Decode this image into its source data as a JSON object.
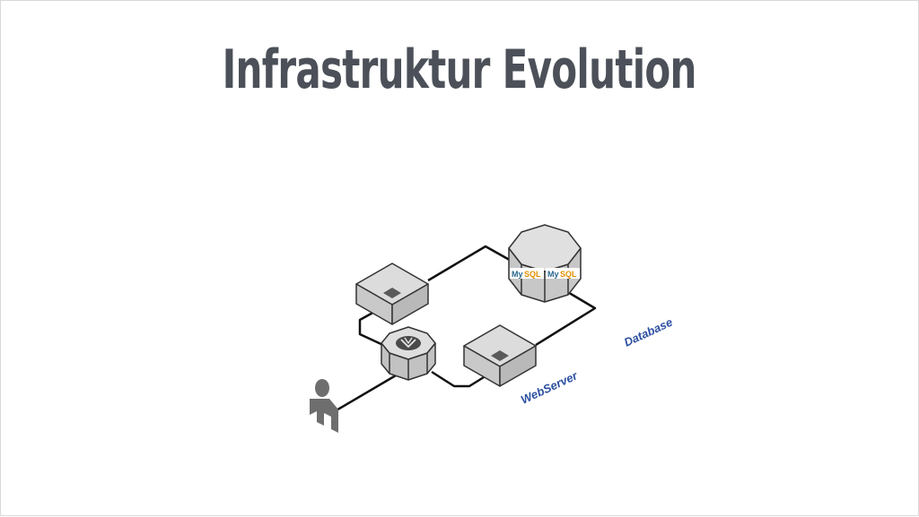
{
  "slide": {
    "title": "Infrastruktur Evolution"
  },
  "diagram": {
    "labels": {
      "webserver": "WebServer",
      "database": "Database"
    },
    "db_logo": {
      "word_my": "My",
      "word_sql": "SQL"
    },
    "icons": {
      "user": "user-icon",
      "load_balancer": "load-balancer-icon",
      "server": "server-icon",
      "database": "database-icon"
    },
    "colors": {
      "title": "#4b5059",
      "label": "#2c4fa1",
      "server_top": "#dcdcdc",
      "server_side": "#c4c4c4",
      "connector": "#111111",
      "mysql_blue": "#27688e",
      "mysql_orange": "#e48e00"
    }
  }
}
